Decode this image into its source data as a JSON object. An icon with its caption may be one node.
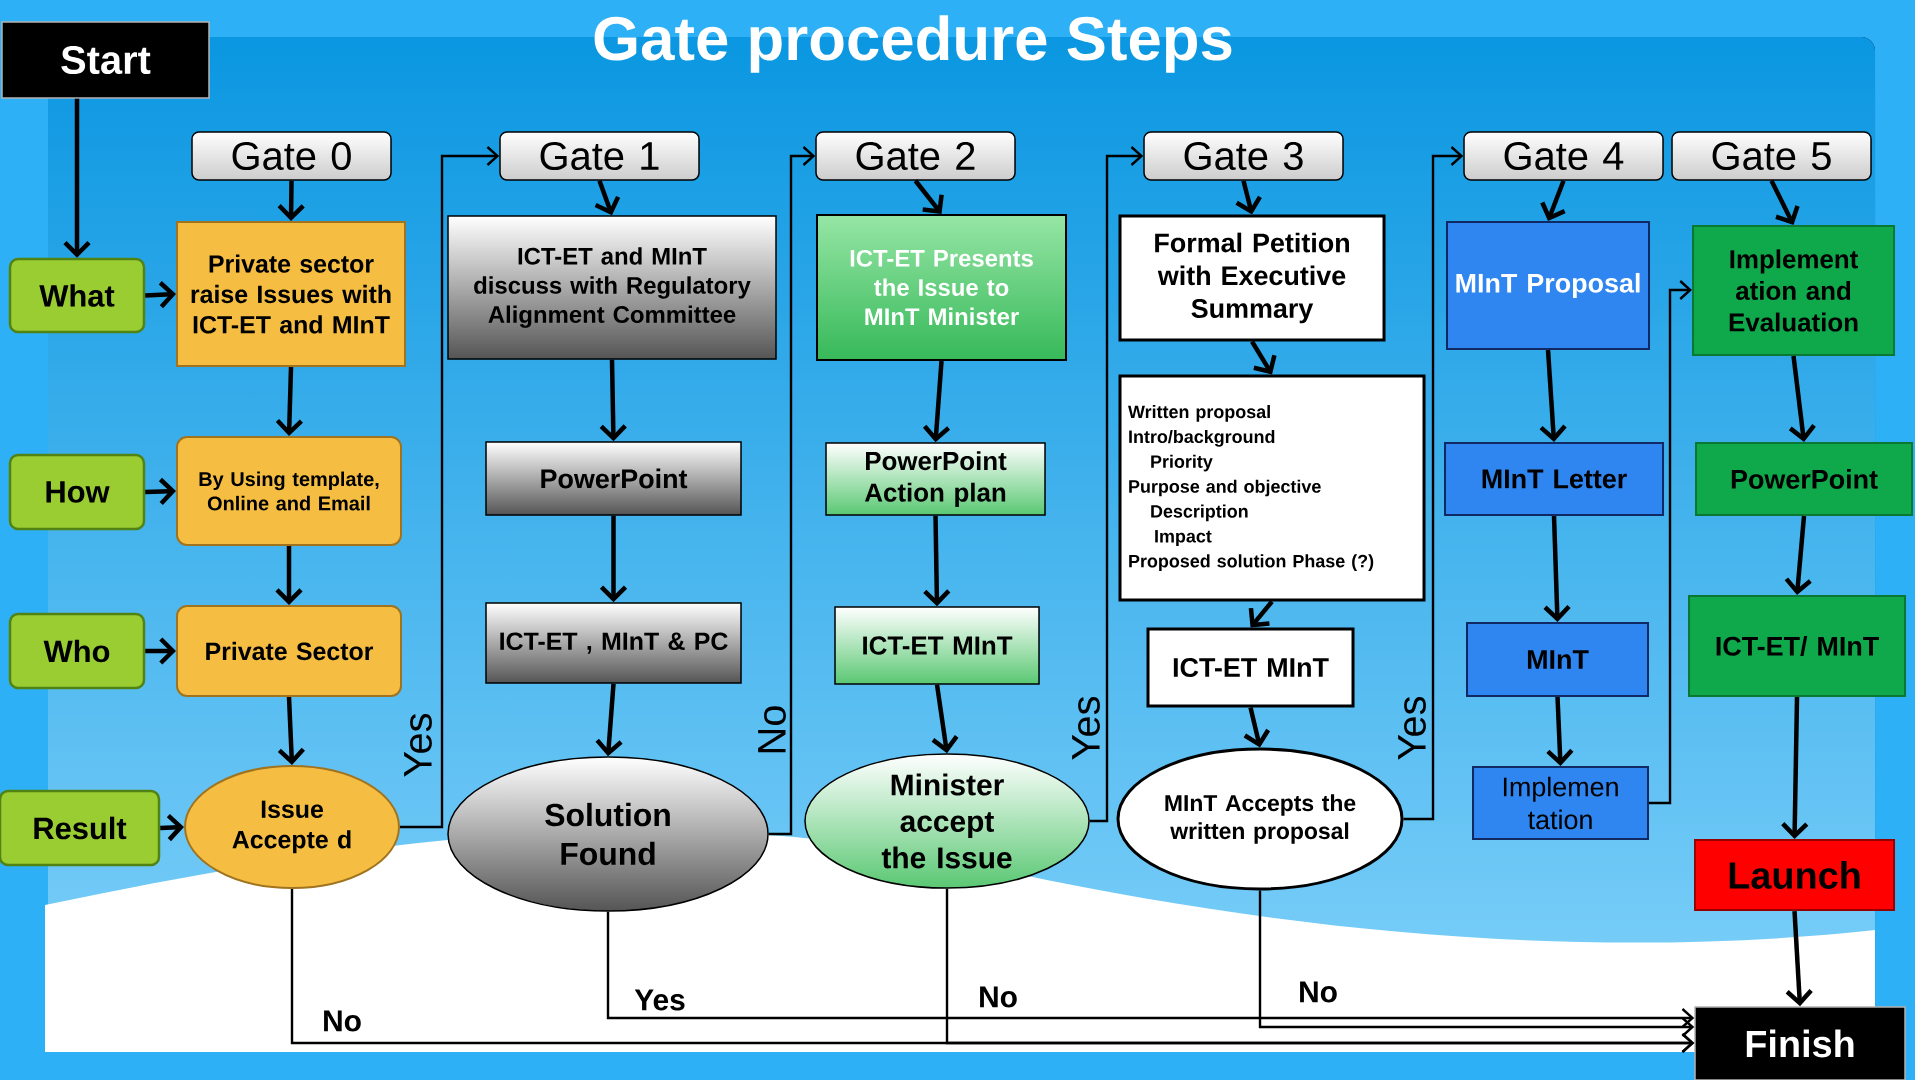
{
  "diagram": {
    "title": "Gate procedure Steps",
    "nodes": [
      {
        "text": [
          "Start"
        ]
      },
      {
        "text": [
          "What"
        ]
      },
      {
        "text": [
          "How"
        ]
      },
      {
        "text": [
          "Who"
        ]
      },
      {
        "text": [
          "Result"
        ]
      },
      {
        "text": [
          "Gate 0"
        ]
      },
      {
        "text": [
          "Private sector raise Issues with ICT-ET and MInT"
        ]
      },
      {
        "text": [
          "By Using template, Online and Email"
        ]
      },
      {
        "text": [
          "Private Sector"
        ]
      },
      {
        "text": [
          "Issue Accepte d"
        ]
      },
      {
        "text": [
          "Gate 1"
        ]
      },
      {
        "text": [
          "ICT-ET and MInT discuss with Regulatory Alignment Committee"
        ]
      },
      {
        "text": [
          "PowerPoint"
        ]
      },
      {
        "text": [
          "ICT-ET , MInT & PC"
        ]
      },
      {
        "text": [
          "Solution Found"
        ]
      },
      {
        "text": [
          "Gate 2"
        ]
      },
      {
        "text": [
          "ICT-ET Presents the Issue to MInT Minister"
        ]
      },
      {
        "text": [
          "PowerPoint Action plan"
        ]
      },
      {
        "text": [
          "ICT-ET MInT"
        ]
      },
      {
        "text": [
          "Minister accept the Issue"
        ]
      },
      {
        "text": [
          "Gate 3"
        ]
      },
      {
        "text": [
          "Formal Petition with Executive Summary"
        ]
      },
      {
        "text": [
          "Written proposal",
          "Intro/background",
          "Priority",
          "Purpose and objective",
          "Description",
          "Impact",
          "Proposed solution Phase (?)"
        ]
      },
      {
        "text": [
          "ICT-ET MInT"
        ]
      },
      {
        "text": [
          "MInT Accepts the written proposal"
        ]
      },
      {
        "text": [
          "Gate 4"
        ]
      },
      {
        "text": [
          "MInT Proposal"
        ]
      },
      {
        "text": [
          "MInT Letter"
        ]
      },
      {
        "text": [
          "MInT"
        ]
      },
      {
        "text": [
          "Implemen tation"
        ]
      },
      {
        "text": [
          "Gate 5"
        ]
      },
      {
        "text": [
          "Implement ation and Evaluation"
        ]
      },
      {
        "text": [
          "PowerPoint"
        ]
      },
      {
        "text": [
          "ICT-ET/ MInT"
        ]
      },
      {
        "text": [
          "Launch"
        ]
      },
      {
        "text": [
          "Finish"
        ]
      }
    ],
    "edges": [
      {
        "from": 0,
        "to": 1,
        "arrow": "to"
      },
      {
        "from": 1,
        "to": 6,
        "arrow": "to"
      },
      {
        "from": 2,
        "to": 7,
        "arrow": "to"
      },
      {
        "from": 3,
        "to": 8,
        "arrow": "to"
      },
      {
        "from": 4,
        "to": 9,
        "arrow": "to"
      },
      {
        "from": 5,
        "to": 6,
        "arrow": "to"
      },
      {
        "from": 6,
        "to": 7,
        "arrow": "to"
      },
      {
        "from": 7,
        "to": 8,
        "arrow": "to"
      },
      {
        "from": 8,
        "to": 9,
        "arrow": "to"
      },
      {
        "from": 9,
        "to": 10,
        "arrow": "to",
        "label": "Yes"
      },
      {
        "from": 9,
        "to": 35,
        "arrow": "to",
        "label": "No"
      },
      {
        "from": 10,
        "to": 11,
        "arrow": "to"
      },
      {
        "from": 11,
        "to": 12,
        "arrow": "to"
      },
      {
        "from": 12,
        "to": 13,
        "arrow": "to"
      },
      {
        "from": 13,
        "to": 14,
        "arrow": "to"
      },
      {
        "from": 14,
        "to": 15,
        "arrow": "to",
        "label": "No"
      },
      {
        "from": 14,
        "to": 35,
        "arrow": "to",
        "label": "Yes"
      },
      {
        "from": 15,
        "to": 16,
        "arrow": "to"
      },
      {
        "from": 16,
        "to": 17,
        "arrow": "to"
      },
      {
        "from": 17,
        "to": 18,
        "arrow": "to"
      },
      {
        "from": 18,
        "to": 19,
        "arrow": "to"
      },
      {
        "from": 19,
        "to": 20,
        "arrow": "to",
        "label": "Yes"
      },
      {
        "from": 19,
        "to": 35,
        "arrow": "to",
        "label": "No"
      },
      {
        "from": 20,
        "to": 21,
        "arrow": "to"
      },
      {
        "from": 21,
        "to": 22,
        "arrow": "to"
      },
      {
        "from": 22,
        "to": 23,
        "arrow": "to"
      },
      {
        "from": 23,
        "to": 24,
        "arrow": "to"
      },
      {
        "from": 24,
        "to": 25,
        "arrow": "to",
        "label": "Yes"
      },
      {
        "from": 24,
        "to": 35,
        "arrow": "to",
        "label": "No"
      },
      {
        "from": 25,
        "to": 26,
        "arrow": "to"
      },
      {
        "from": 26,
        "to": 27,
        "arrow": "to"
      },
      {
        "from": 27,
        "to": 28,
        "arrow": "to"
      },
      {
        "from": 28,
        "to": 29,
        "arrow": "to"
      },
      {
        "from": 29,
        "to": 31,
        "arrow": "to"
      },
      {
        "from": 30,
        "to": 31,
        "arrow": "to"
      },
      {
        "from": 31,
        "to": 32,
        "arrow": "to"
      },
      {
        "from": 32,
        "to": 33,
        "arrow": "to"
      },
      {
        "from": 33,
        "to": 34,
        "arrow": "to"
      },
      {
        "from": 34,
        "to": 35,
        "arrow": "to"
      }
    ]
  }
}
